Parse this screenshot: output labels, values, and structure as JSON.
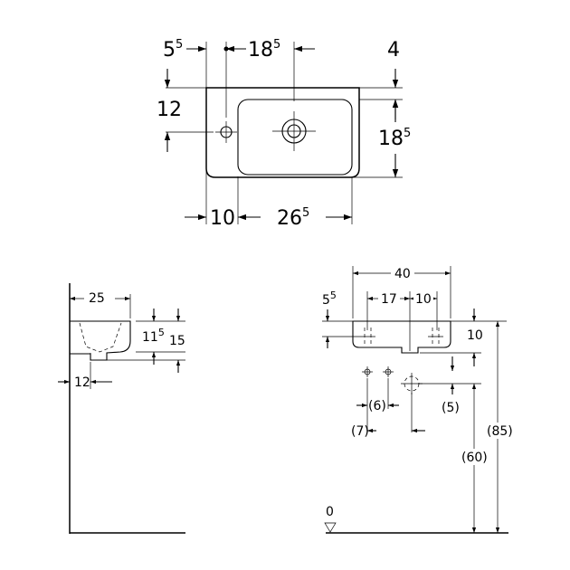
{
  "top_view": {
    "dim_left_offset": {
      "main": "5",
      "sup": "5"
    },
    "dim_tap_to_drain": {
      "main": "18",
      "sup": "5"
    },
    "dim_top_rim": "4",
    "dim_tap_depth": "12",
    "dim_bowl_depth": {
      "main": "18",
      "sup": "5"
    },
    "dim_left_rim": "10",
    "dim_bowl_width": {
      "main": "26",
      "sup": "5"
    }
  },
  "side_view": {
    "dim_depth": "25",
    "dim_bowl_height": {
      "main": "11",
      "sup": "5"
    },
    "dim_total_height": "15",
    "dim_drain_offset": "12"
  },
  "front_view": {
    "dim_width": "40",
    "dim_tap_offset": {
      "main": "5",
      "sup": "5"
    },
    "dim_tap_spacing": "17",
    "dim_drain_offset": "10",
    "dim_rim_to_drain": "10",
    "dim_supply_spacing": "(6)",
    "dim_supply_offset": "(7)",
    "dim_waste_offset": "(5)",
    "dim_waste_height": "(60)",
    "dim_rim_height": "(85)",
    "floor_level": "0"
  }
}
